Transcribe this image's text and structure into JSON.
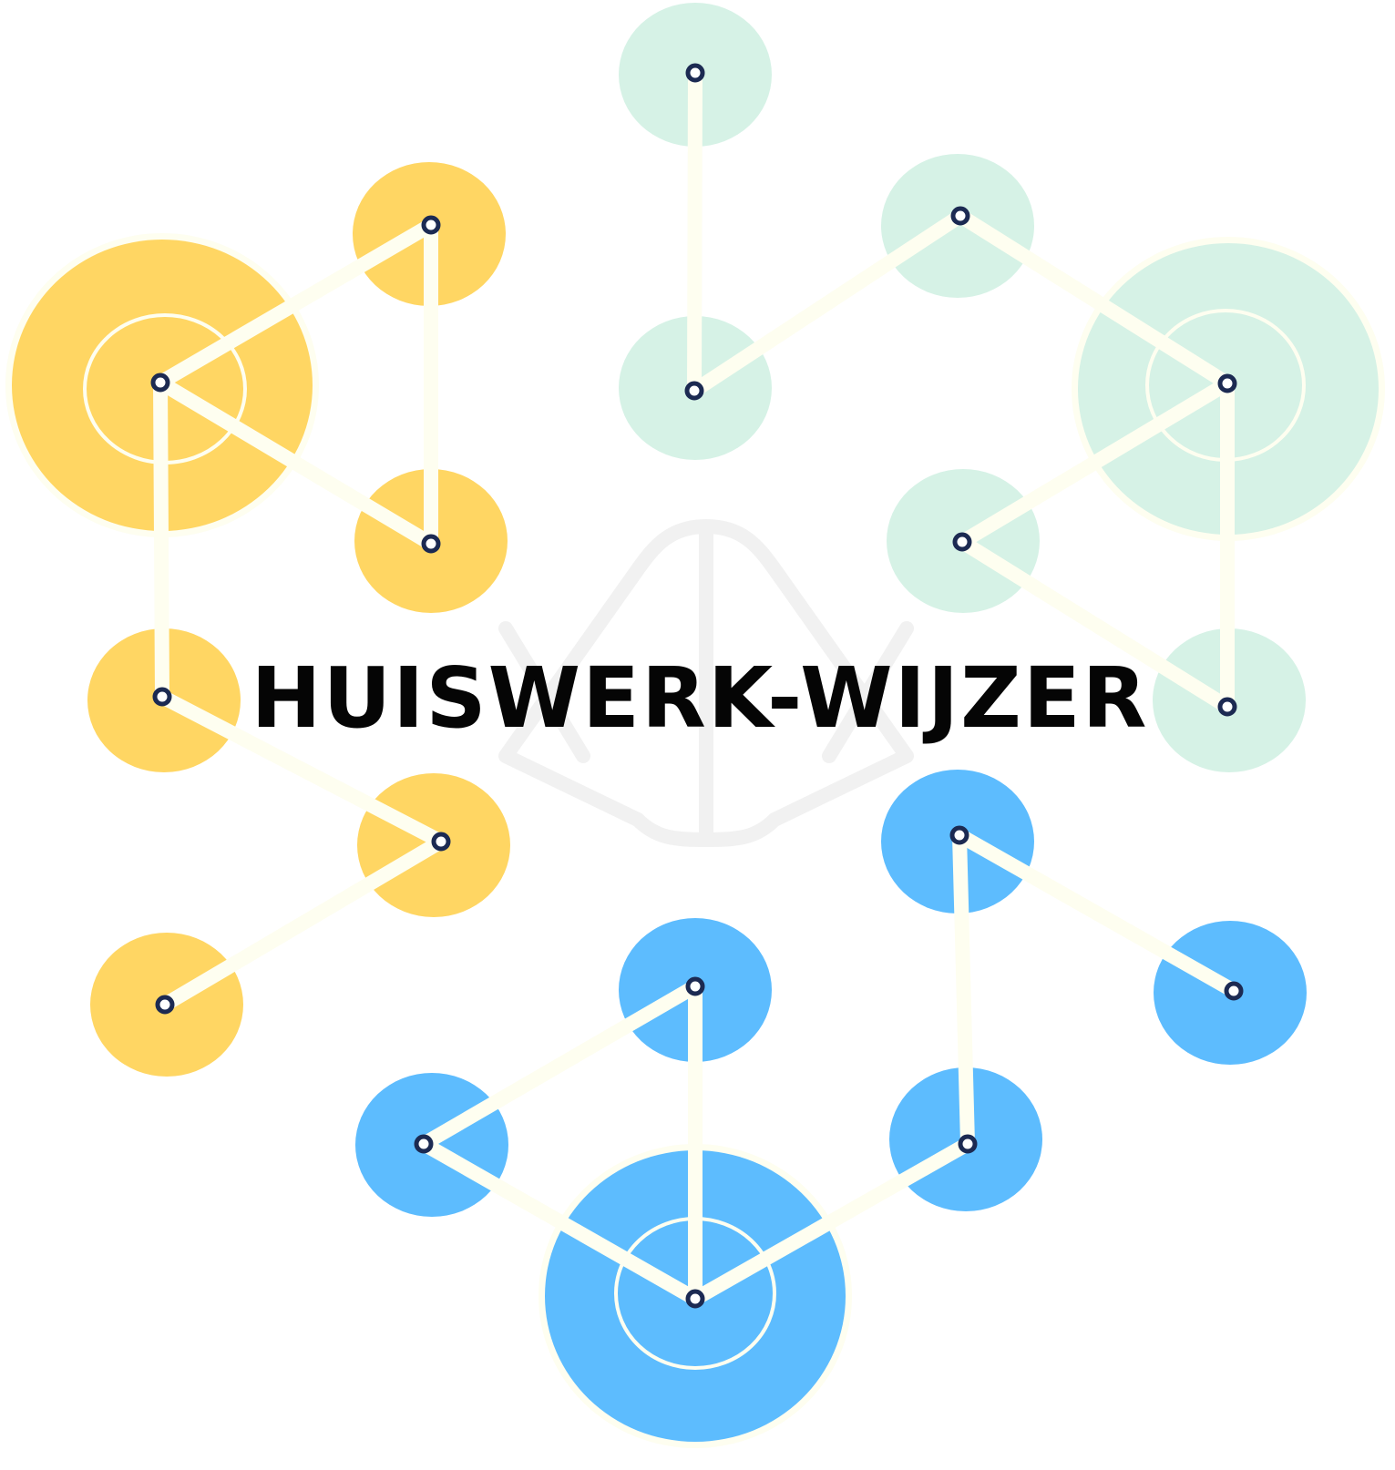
{
  "title": "HUISWERK-WIJZER",
  "colors": {
    "yellow": "#FFD663",
    "mint": "#D6F2E6",
    "blue": "#5DBCFE",
    "line": "#FEFEF0",
    "halo": "#FEFEF0",
    "node_dot_stroke": "#1C2A52",
    "node_dot_fill": "#FFFFFF",
    "title": "#050505",
    "watermark": "#F1F1F1"
  },
  "clusters": [
    {
      "name": "yellow",
      "color_key": "yellow"
    },
    {
      "name": "mint",
      "color_key": "mint"
    },
    {
      "name": "blue",
      "color_key": "blue"
    }
  ]
}
